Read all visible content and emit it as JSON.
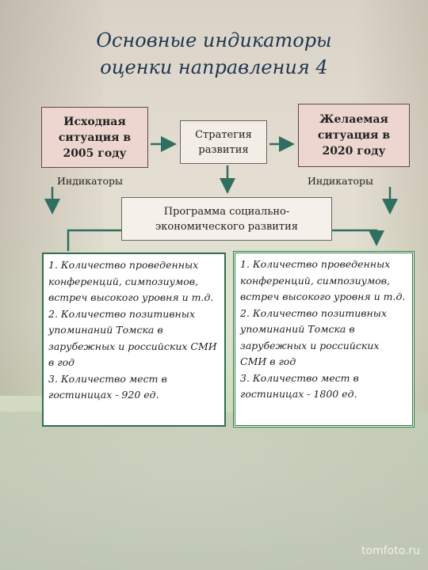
{
  "title": {
    "line1": "Основные индикаторы",
    "line2": "оценки направления 4"
  },
  "boxes": {
    "start": [
      "Исходная",
      "ситуация в",
      "2005 году"
    ],
    "strategy": [
      "Стратегия",
      "развития"
    ],
    "target": [
      "Желаемая",
      "ситуация в",
      "2020 году"
    ],
    "program": [
      "Программа социально-",
      "экономического развития"
    ]
  },
  "labels": {
    "indicators_left": "Индикаторы",
    "indicators_right": "Индикаторы"
  },
  "indicators_2005": [
    "1. Количество проведенных конференций, симпозиумов, встреч высокого уровня и т.д.",
    "2. Количество позитивных упоминаний Томска в зарубежных и российских СМИ в год",
    "3. Количество мест в гостиницах - 920 ед."
  ],
  "indicators_2020": [
    "1. Количество проведенных конференций, симпозиумов, встреч высокого уровня и т.д.",
    "2. Количество позитивных упоминаний Томска в зарубежных и российских СМИ в год",
    "3. Количество мест в гостиницах - 1800 ед."
  ],
  "watermark": "tomfoto.ru",
  "colors": {
    "title": "#1f3550",
    "arrow": "#2e6f5f",
    "box_fill": "#ecd6cf",
    "list_border": "#2e6f4f"
  }
}
